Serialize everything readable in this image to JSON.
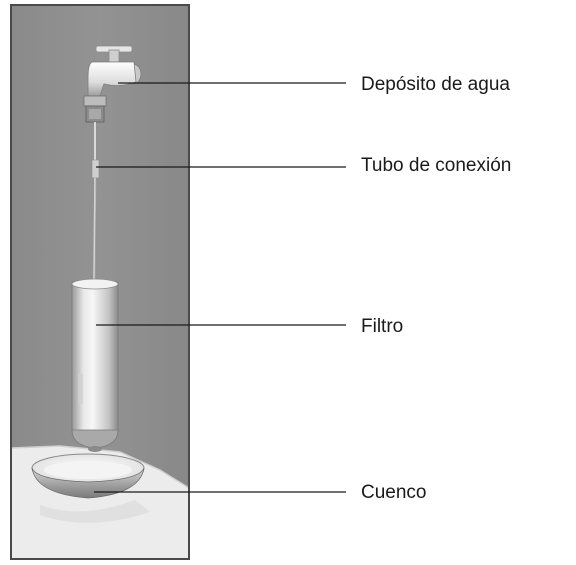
{
  "labels": {
    "deposito": "Depósito de agua",
    "tubo": "Tubo de conexión",
    "filtro": "Filtro",
    "cuenco": "Cuenco"
  },
  "colors": {
    "wall": "#8e8e8e",
    "frame": "#4a4a4a",
    "floor": "#ececec",
    "leader_line": "#1a1a1a"
  }
}
